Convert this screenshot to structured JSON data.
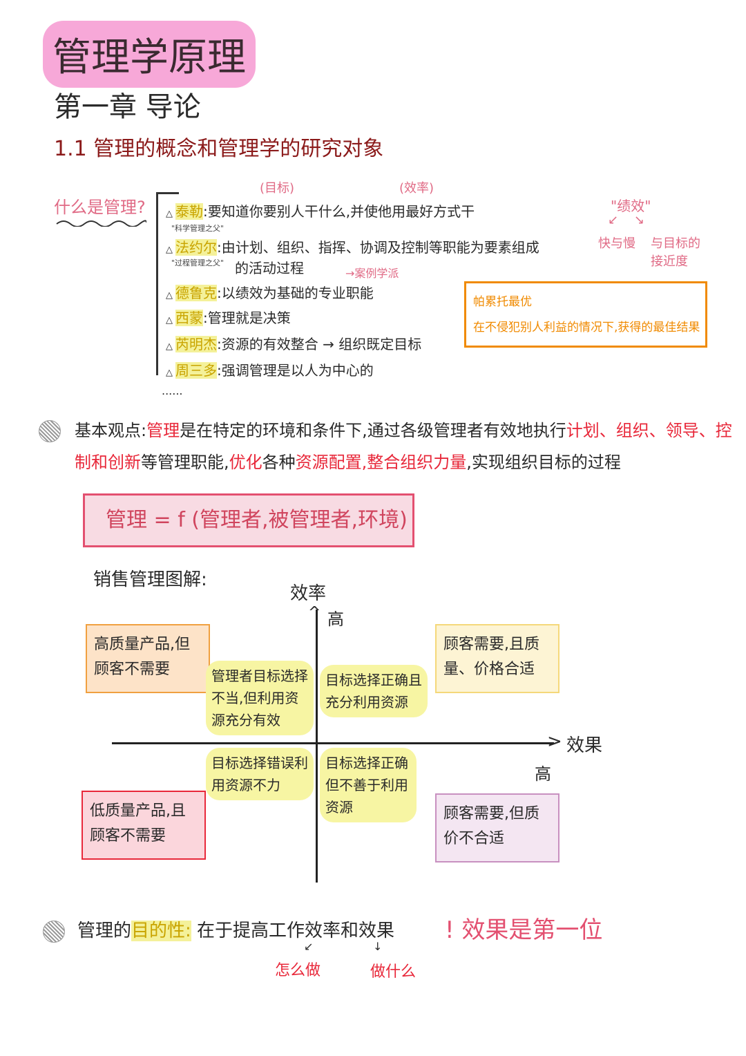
{
  "title": "管理学原理",
  "chapter": "第一章  导论",
  "section": "1.1 管理的概念和管理学的研究对象",
  "question": "什么是管理?",
  "annotations": {
    "goal": "(目标)",
    "efficiency": "(效率)",
    "case_school": "→案例学派"
  },
  "definitions": [
    {
      "person": "泰勒",
      "text": ":要知道你要别人干什么,并使他用最好方式干",
      "note": "\"科学管理之父\""
    },
    {
      "person": "法约尔",
      "text": ":由计划、组织、指挥、协调及控制等职能为要素组成",
      "text2": "的活动过程",
      "note": "\"过程管理之父\""
    },
    {
      "person": "德鲁克",
      "text": ":以绩效为基础的专业职能"
    },
    {
      "person": "西蒙",
      "text": ":管理就是决策"
    },
    {
      "person": "芮明杰",
      "text": ":资源的有效整合 → 组织既定目标"
    },
    {
      "person": "周三多",
      "text": ":强调管理是以人为中心的"
    }
  ],
  "ellipsis": "......",
  "performance": {
    "label": "\"绩效\"",
    "left": "快与慢",
    "right1": "与目标的",
    "right2": "接近度"
  },
  "pareto": {
    "title": "帕累托最优",
    "text": "在不侵犯别人利益的情况下,获得的最佳结果"
  },
  "basic_view": {
    "label": "基本观点:",
    "p1": "管理",
    "p2": "是在特定的环境和条件下,通过各级管理者有效地执行",
    "p3": "计划、组织、领导、控制和创新",
    "p4": "等管理职能,",
    "p5": "优化",
    "p6": "各种",
    "p7": "资源配置,整合组织力量",
    "p8": ",实现组织目标的过程"
  },
  "formula": "管理 = f (管理者,被管理者,环境)",
  "diagram": {
    "title": "销售管理图解:",
    "y_axis": "效率",
    "y_high": "高",
    "x_axis": "效果",
    "x_high": "高",
    "top_left": "高质量产品,但顾客不需要",
    "top_right": "顾客需要,且质量、价格合适",
    "bottom_left": "低质量产品,且顾客不需要",
    "bottom_right": "顾客需要,但质价不合适",
    "q2": "管理者目标选择不当,但利用资源充分有效",
    "q1": "目标选择正确且充分利用资源",
    "q3": "目标选择错误利用资源不力",
    "q4": "目标选择正确但不善于利用资源"
  },
  "purpose": {
    "label1": "管理的",
    "label2": "目的性:",
    "text": "在于提高工作效率和效果",
    "how": "怎么做",
    "what": "做什么",
    "emphasis": "! 效果是第一位"
  }
}
